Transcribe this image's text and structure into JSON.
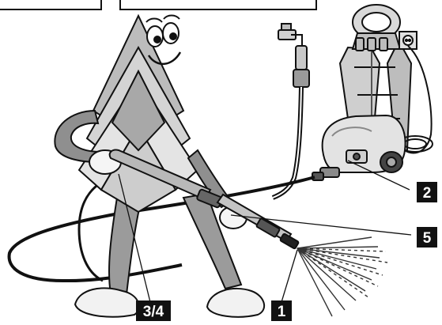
{
  "callouts": {
    "c1": "1",
    "c2": "2",
    "c34": "3/4",
    "c5": "5"
  },
  "colors": {
    "outline": "#111111",
    "body_fill": "#c8c8c8",
    "body_light": "#e6e6e6",
    "dark_fill": "#555555",
    "callout_fill": "#111111",
    "callout_text": "#ffffff"
  }
}
